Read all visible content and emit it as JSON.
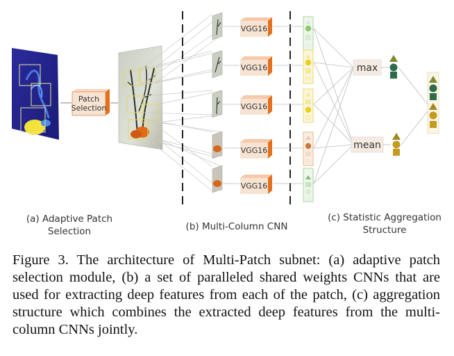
{
  "labels": {
    "patch_box_line1": "Patch",
    "patch_box_line2": "Selection",
    "vgg": "VGG16",
    "max": "max",
    "mean": "mean",
    "section_a_line1": "(a) Adaptive Patch",
    "section_a_line2": "Selection",
    "section_b": "(b) Multi-Column CNN",
    "section_c_line1": "(c) Statistic Aggregation",
    "section_c_line2": "Structure"
  },
  "caption": "Figure 3. The architecture of Multi-Patch subnet: (a) adaptive patch selection module, (b) a set of paralleled shared weights CNNs that are used for extracting deep features from each of the patch, (c) aggregation structure which combines the extracted deep features from the multi-column CNNs jointly.",
  "colors": {
    "saliency": "#2a2aa8",
    "vgg_front": "#f6e3d2",
    "vgg_side": "#e46f1c",
    "triangle": "#7b8a2c",
    "square": "#2e6b4a",
    "circle": "#c49a20",
    "feature_box": "#a9d4a0"
  }
}
